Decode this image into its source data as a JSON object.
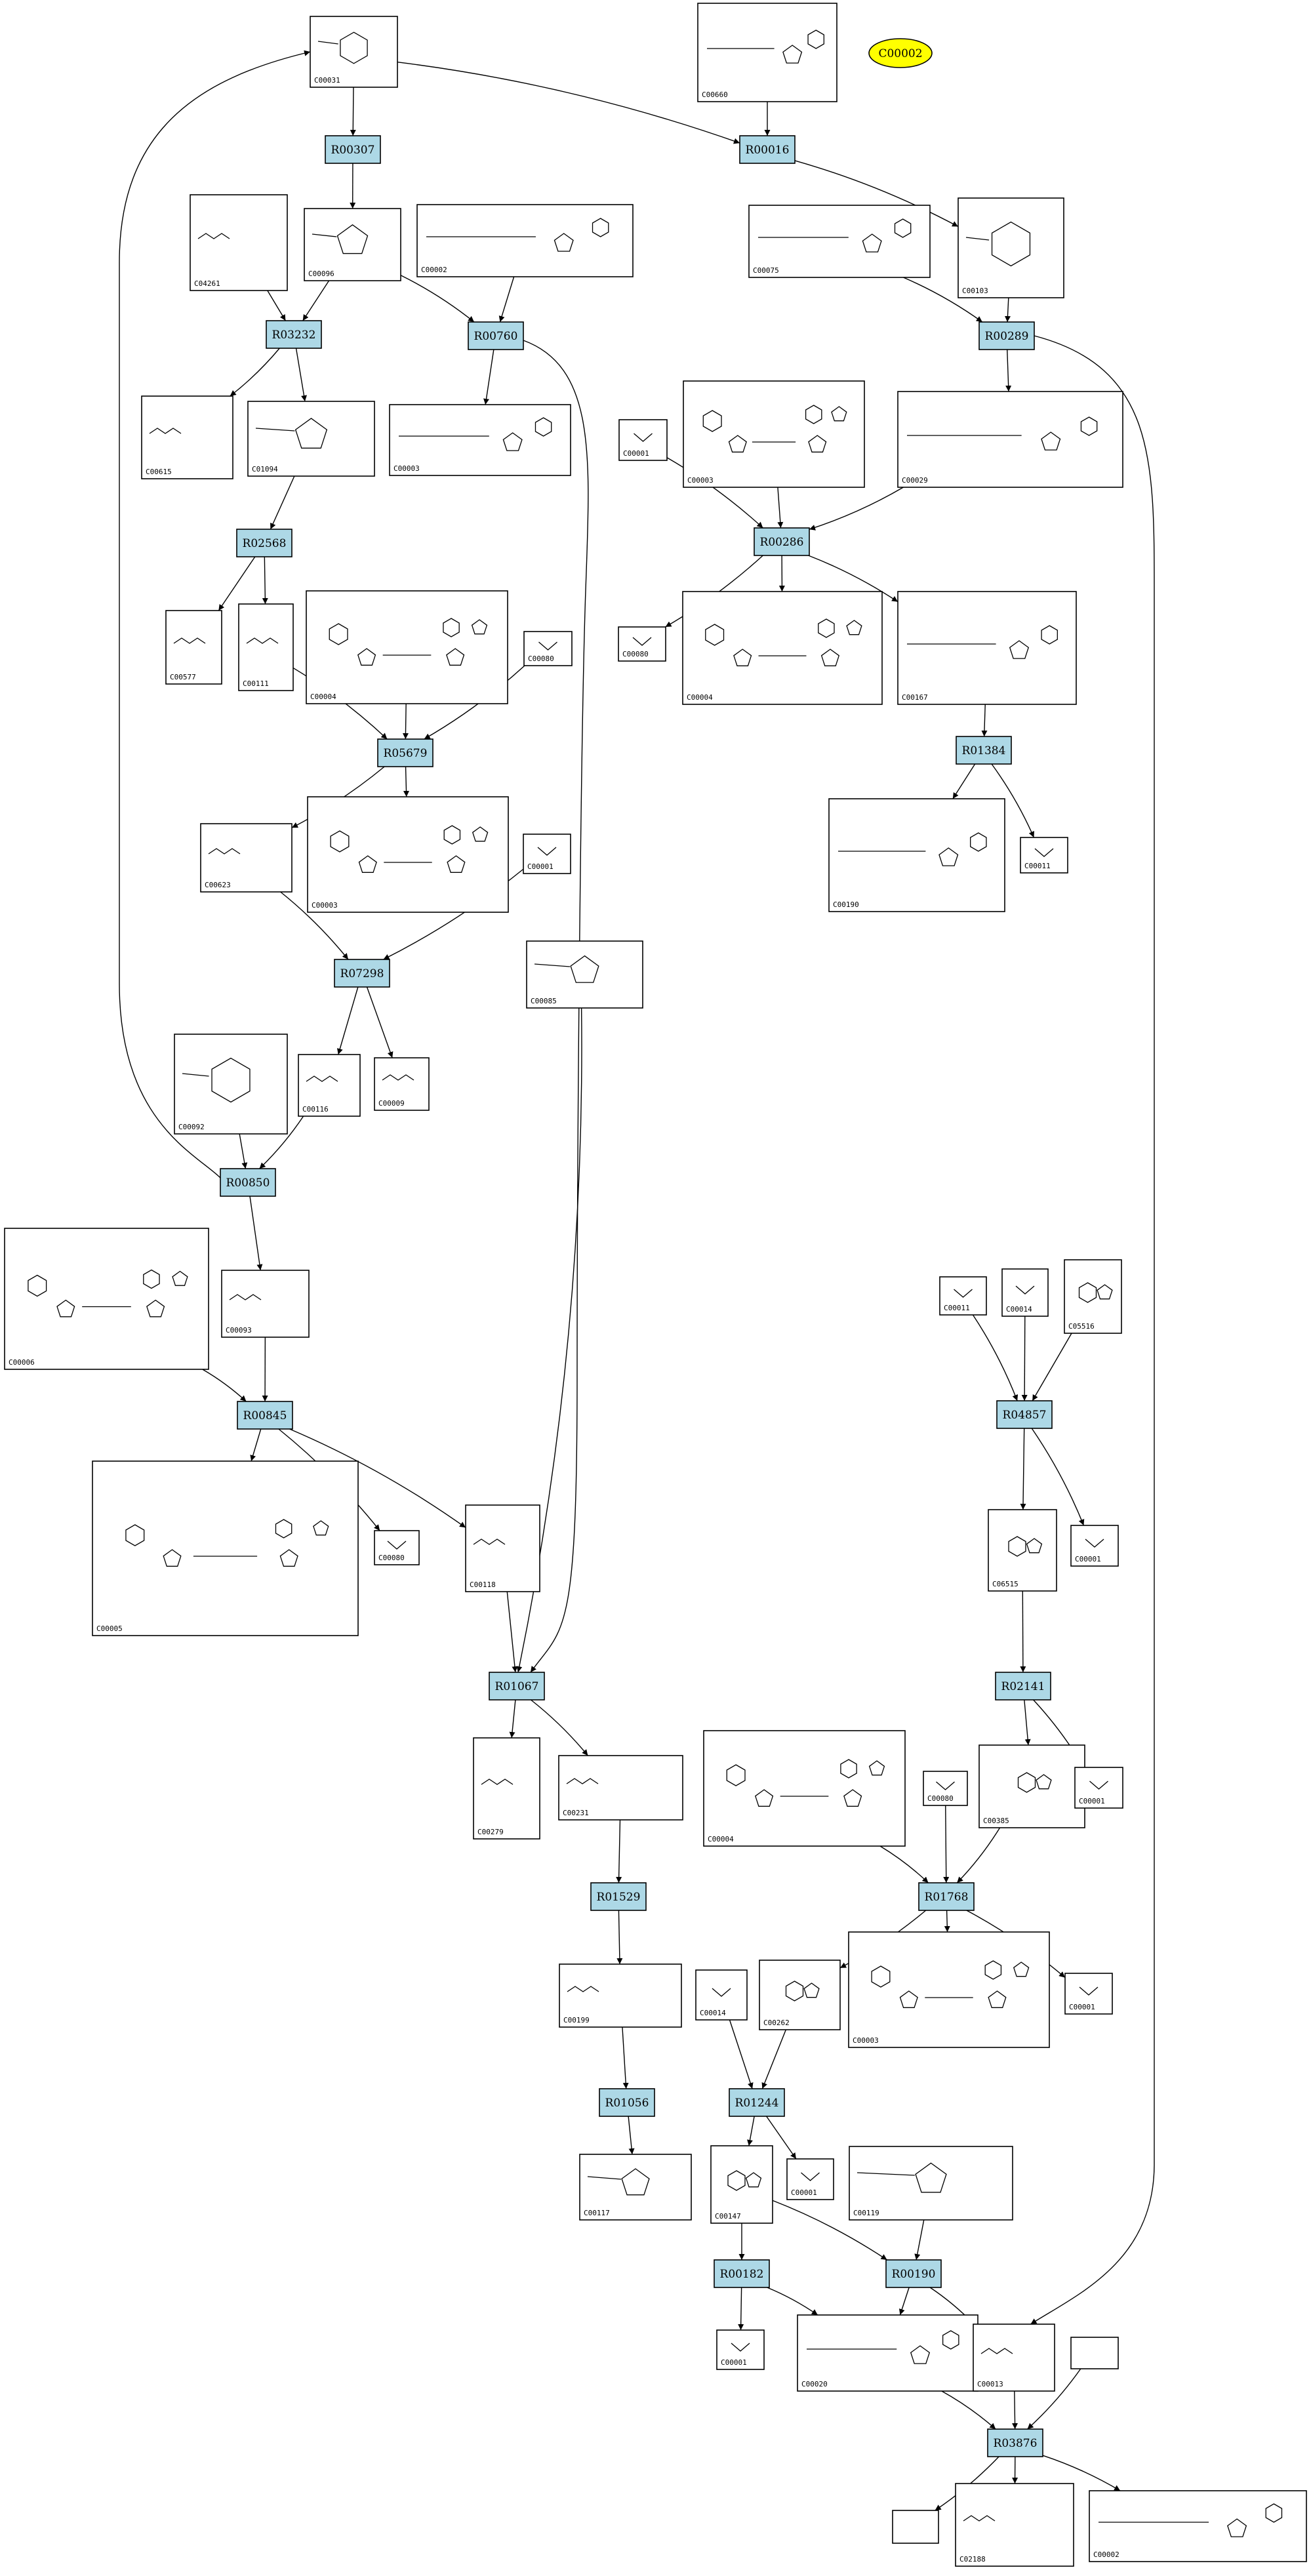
{
  "highlight": {
    "label": "C00002",
    "color": "#ffff00"
  },
  "colors": {
    "reaction_fill": "#add8e6",
    "edge": "#000000"
  },
  "reactions": [
    {
      "id": "R00307",
      "label": "R00307"
    },
    {
      "id": "R00016",
      "label": "R00016"
    },
    {
      "id": "R03232",
      "label": "R03232"
    },
    {
      "id": "R00760",
      "label": "R00760"
    },
    {
      "id": "R00289",
      "label": "R00289"
    },
    {
      "id": "R00286",
      "label": "R00286"
    },
    {
      "id": "R02568",
      "label": "R02568"
    },
    {
      "id": "R05679",
      "label": "R05679"
    },
    {
      "id": "R01384",
      "label": "R01384"
    },
    {
      "id": "R07298",
      "label": "R07298"
    },
    {
      "id": "R00850",
      "label": "R00850"
    },
    {
      "id": "R04857",
      "label": "R04857"
    },
    {
      "id": "R00845",
      "label": "R00845"
    },
    {
      "id": "R01067",
      "label": "R01067"
    },
    {
      "id": "R02141",
      "label": "R02141"
    },
    {
      "id": "R01529",
      "label": "R01529"
    },
    {
      "id": "R01768",
      "label": "R01768"
    },
    {
      "id": "R01056",
      "label": "R01056"
    },
    {
      "id": "R01244",
      "label": "R01244"
    },
    {
      "id": "R00182",
      "label": "R00182"
    },
    {
      "id": "R00190",
      "label": "R00190"
    },
    {
      "id": "R03876",
      "label": "R03876"
    }
  ],
  "compounds": [
    {
      "id": "c00031a",
      "label": "C00031",
      "structure": "hexose-ring"
    },
    {
      "id": "c00660",
      "label": "C00660",
      "structure": "sugar-bisphosphate"
    },
    {
      "id": "c04261",
      "label": "C04261",
      "structure": "amide-chain"
    },
    {
      "id": "c00096",
      "label": "C00096",
      "structure": "pentose-ring"
    },
    {
      "id": "c00002a",
      "label": "C00002",
      "structure": "nucleotide-triphosphate"
    },
    {
      "id": "c00075",
      "label": "C00075",
      "structure": "nucleotide-triphosphate"
    },
    {
      "id": "c00103",
      "label": "C00103",
      "structure": "hexose-phosphate"
    },
    {
      "id": "c00615",
      "label": "C00615",
      "structure": "amide-chain"
    },
    {
      "id": "c01094",
      "label": "C01094",
      "structure": "pentose-phosphate"
    },
    {
      "id": "c00003a",
      "label": "C00003",
      "structure": "nucleotide-diphosphate"
    },
    {
      "id": "c00001a",
      "label": "C00001",
      "structure": "water"
    },
    {
      "id": "c00003b",
      "label": "C00003",
      "structure": "dinucleotide"
    },
    {
      "id": "c00029",
      "label": "C00029",
      "structure": "sugar-nucleotide"
    },
    {
      "id": "c00577",
      "label": "C00577",
      "structure": "small-chain"
    },
    {
      "id": "c00111",
      "label": "C00111",
      "structure": "small-phosphate"
    },
    {
      "id": "c00004a",
      "label": "C00004",
      "structure": "dinucleotide"
    },
    {
      "id": "c00080a",
      "label": "C00080",
      "structure": "proton"
    },
    {
      "id": "c00080b",
      "label": "C00080",
      "structure": "proton"
    },
    {
      "id": "c00004b",
      "label": "C00004",
      "structure": "dinucleotide"
    },
    {
      "id": "c00167",
      "label": "C00167",
      "structure": "sugar-nucleotide"
    },
    {
      "id": "c00623",
      "label": "C00623",
      "structure": "chain-phosphate"
    },
    {
      "id": "c00003c",
      "label": "C00003",
      "structure": "dinucleotide"
    },
    {
      "id": "c00001b",
      "label": "C00001",
      "structure": "water"
    },
    {
      "id": "c00190",
      "label": "C00190",
      "structure": "sugar-nucleotide"
    },
    {
      "id": "c00011",
      "label": "C00011",
      "structure": "co2"
    },
    {
      "id": "c00085",
      "label": "C00085",
      "structure": "pentose-phosphate"
    },
    {
      "id": "c00092",
      "label": "C00092",
      "structure": "hexose-phosphate"
    },
    {
      "id": "c00116",
      "label": "C00116",
      "structure": "small-chain"
    },
    {
      "id": "c00009",
      "label": "C00009",
      "structure": "phosphate"
    },
    {
      "id": "c00006",
      "label": "C00006",
      "structure": "dinucleotide"
    },
    {
      "id": "c00093",
      "label": "C00093",
      "structure": "chain-phosphate"
    },
    {
      "id": "c00011b",
      "label": "C00011",
      "structure": "co2"
    },
    {
      "id": "c00014a",
      "label": "C00014",
      "structure": "ammonia"
    },
    {
      "id": "c05516",
      "label": "C05516",
      "structure": "imidazole"
    },
    {
      "id": "c00005",
      "label": "C00005",
      "structure": "dinucleotide"
    },
    {
      "id": "c00080c",
      "label": "C00080",
      "structure": "proton"
    },
    {
      "id": "c00118",
      "label": "C00118",
      "structure": "chain-phosphate"
    },
    {
      "id": "c00001c",
      "label": "C00001",
      "structure": "water"
    },
    {
      "id": "c06515",
      "label": "C06515",
      "structure": "imidazole"
    },
    {
      "id": "c00279",
      "label": "C00279",
      "structure": "chain-phosphate"
    },
    {
      "id": "c00231",
      "label": "C00231",
      "structure": "chain-phosphate"
    },
    {
      "id": "c00004c",
      "label": "C00004",
      "structure": "dinucleotide"
    },
    {
      "id": "c00080d",
      "label": "C00080",
      "structure": "proton"
    },
    {
      "id": "c00385",
      "label": "C00385",
      "structure": "purine"
    },
    {
      "id": "c00001d",
      "label": "C00001",
      "structure": "water"
    },
    {
      "id": "c00199",
      "label": "C00199",
      "structure": "chain-phosphate"
    },
    {
      "id": "c00014b",
      "label": "C00014",
      "structure": "ammonia"
    },
    {
      "id": "c00262",
      "label": "C00262",
      "structure": "purine"
    },
    {
      "id": "c00003d",
      "label": "C00003",
      "structure": "dinucleotide"
    },
    {
      "id": "c00001e",
      "label": "C00001",
      "structure": "water"
    },
    {
      "id": "c00117",
      "label": "C00117",
      "structure": "pentose-phosphate"
    },
    {
      "id": "c00147",
      "label": "C00147",
      "structure": "purine"
    },
    {
      "id": "c00001f",
      "label": "C00001",
      "structure": "water"
    },
    {
      "id": "c00119",
      "label": "C00119",
      "structure": "pentose-phosphate"
    },
    {
      "id": "c00001g",
      "label": "C00001",
      "structure": "water"
    },
    {
      "id": "c00020",
      "label": "C00020",
      "structure": "nucleotide-monophosphate"
    },
    {
      "id": "c00013",
      "label": "C00013",
      "structure": "diphosphate"
    },
    {
      "id": "blank1",
      "label": "",
      "structure": "empty"
    },
    {
      "id": "blank2",
      "label": "",
      "structure": "empty"
    },
    {
      "id": "c02188",
      "label": "C02188",
      "structure": "amide-chain"
    },
    {
      "id": "c00002b",
      "label": "C00002",
      "structure": "nucleotide-triphosphate"
    }
  ]
}
